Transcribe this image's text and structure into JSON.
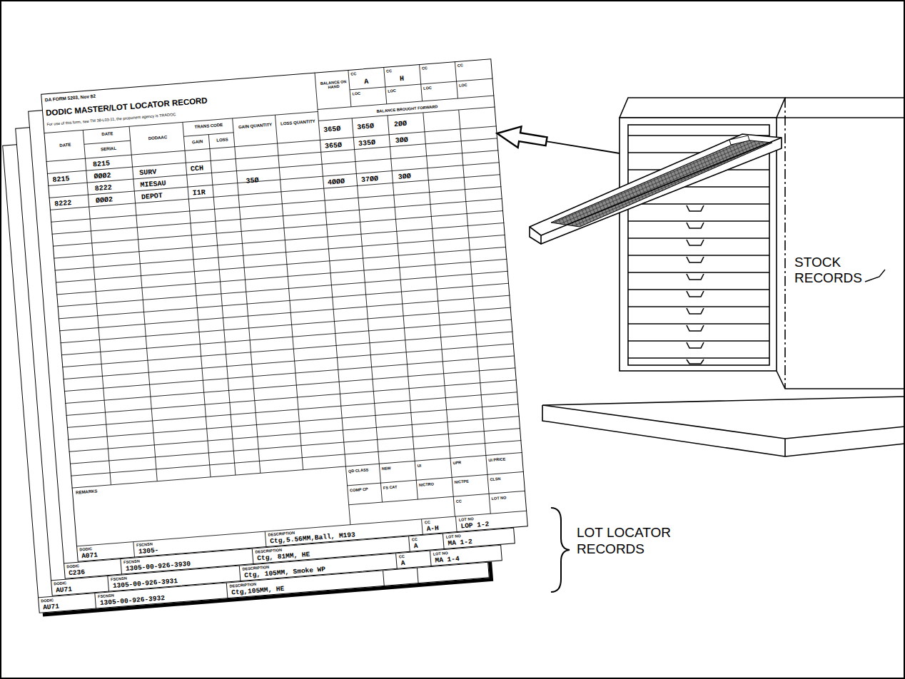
{
  "diagram": {
    "nodes": [
      {
        "text": [
          "DA FORM 5203, Nov 82",
          "DODIC MASTER/LOT LOCATOR RECORD",
          "For use of this form, see TM 38-L03-11, the proponent agency is TRADOC",
          "BALANCE ON HAND",
          "CC",
          "A",
          "CC",
          "H",
          "CC",
          "CC",
          "LOC",
          "LOC",
          "LOC",
          "LOC",
          "BALANCE BROUGHT FORWARD",
          "DATE",
          "DATE",
          "SERIAL",
          "DODAAC",
          "TRANS CODE",
          "GAIN",
          "LOSS",
          "GAIN QUANTITY",
          "LOSS QUANTITY",
          "8215",
          "ØØØ2",
          "8215",
          "SURV",
          "CCH",
          "8222",
          "ØØØ2",
          "8222",
          "MIESAU DEPOT",
          "I1R",
          "35Ø",
          "365Ø",
          "365Ø",
          "2ØØ",
          "365Ø",
          "335Ø",
          "3ØØ",
          "4ØØØ",
          "37ØØ",
          "3ØØ",
          "QD CLASS",
          "NEW",
          "UI",
          "UPR",
          "UI PRICE",
          "COMP CP",
          "FS CAT",
          "NICTRO",
          "NICTPE",
          "CLSN",
          "REMARKS",
          "CC",
          "LOT NO",
          "DODIC",
          "A071",
          "FSCNSN",
          "1305-",
          "DESCRIPTION",
          "Ctg,5.56MM,Ball, M193",
          "CC",
          "A-H",
          "LOT NO",
          "LOP 1-2"
        ]
      },
      {
        "text": [
          "DODIC",
          "C236",
          "FSCNSN",
          "1305-00-926-3930",
          "DESCRIPTION",
          "Ctg, 81MM, HE",
          "CC",
          "A",
          "LOT NO",
          "MA 1-2"
        ]
      },
      {
        "text": [
          "DODIC",
          "AU71",
          "FSCNSN",
          "1305-00-926-3931",
          "DESCRIPTION",
          "Ctg, 105MM, Smoke WP",
          "CC",
          "A",
          "LOT NO",
          "MA 1-4"
        ]
      },
      {
        "text": [
          "DODIC",
          "AU71",
          "FSCNSN",
          "1305-00-926-3932",
          "DESCRIPTION",
          "Ctg,105MM, HE"
        ]
      },
      {
        "text": [
          "STOCK RECORDS"
        ]
      }
    ],
    "edges": [
      {
        "from": 4,
        "to": 0,
        "arrow": "to"
      }
    ],
    "labels": [
      "LOT LOCATOR RECORDS"
    ]
  }
}
